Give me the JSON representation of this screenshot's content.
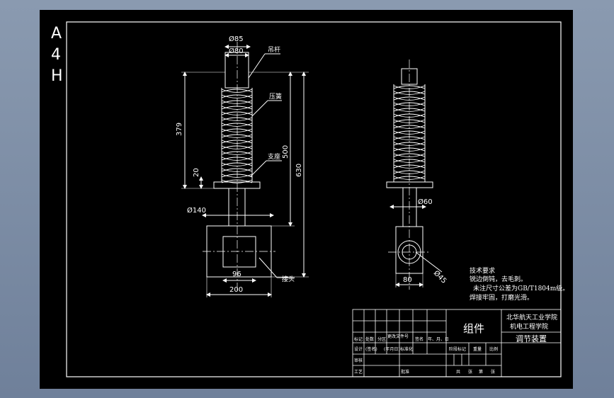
{
  "sheet": {
    "format": "A4H"
  },
  "front_view": {
    "dims": {
      "d85": "Ø85",
      "d80": "Ø80",
      "h379": "379",
      "h20": "20",
      "h500": "500",
      "h630": "630",
      "d140": "Ø140",
      "w96": "96",
      "w200": "200"
    },
    "labels": {
      "rod": "吊杆",
      "spring": "压簧",
      "support": "支座",
      "joint": "接头"
    }
  },
  "side_view": {
    "dims": {
      "d60": "Ø60",
      "d45": "Ø45",
      "w80": "80"
    }
  },
  "tech_notes": {
    "title": "技术要求",
    "lines": [
      "锐边倒钝，去毛刺。",
      "未注尺寸公差为GB/T1804m级。",
      "焊接牢固，打磨光滑。"
    ]
  },
  "title_block": {
    "school": "北华航天工业学院",
    "college": "机电工程学院",
    "drawing_type": "组件",
    "drawing_name": "调节装置",
    "rev_headers": [
      "标记",
      "处数",
      "分区",
      "更改文件号",
      "签名",
      "年、月、日"
    ],
    "sign_row": [
      "设计",
      "(签名)",
      "(年月日)",
      "标准化"
    ],
    "check_rows": [
      "审核",
      "工艺"
    ],
    "approve": "批准",
    "stage_headers": [
      "阶段标记",
      "重量",
      "比例"
    ],
    "sheet_headers": [
      "共",
      "张",
      "第",
      "张"
    ]
  },
  "colors": {
    "line": "#ffffff",
    "background": "#000000",
    "desktop": "#7d8ea6"
  }
}
